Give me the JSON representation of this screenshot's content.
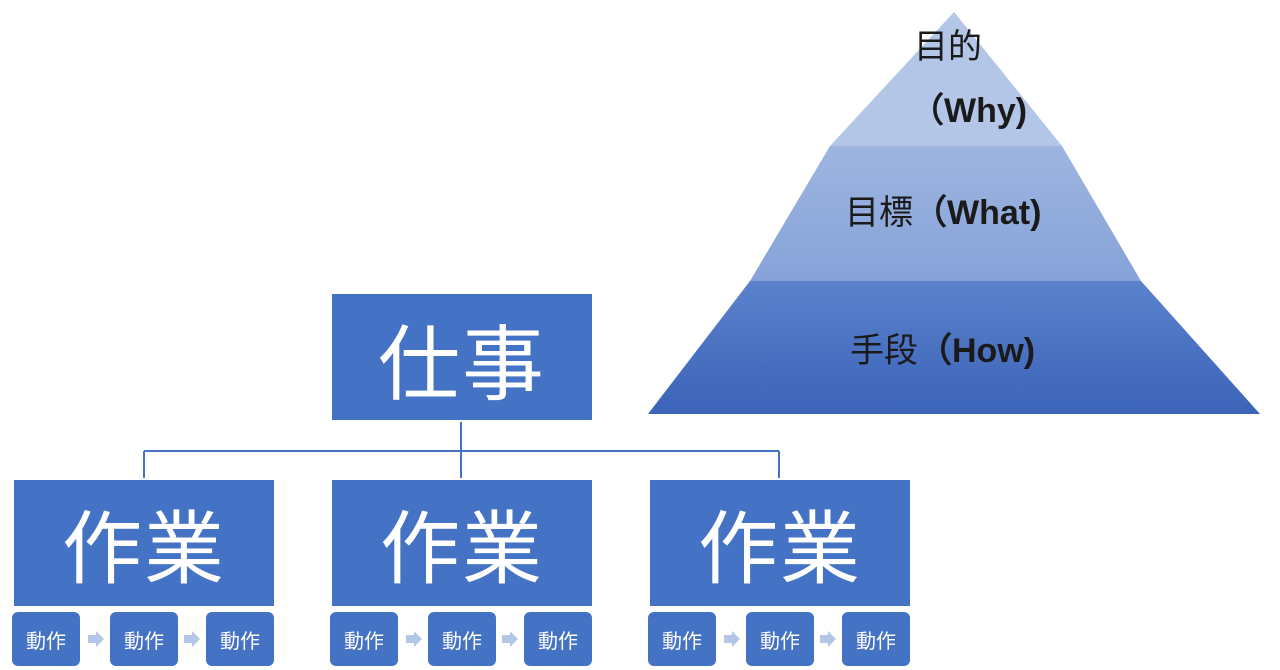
{
  "pyramid": {
    "levels": [
      {
        "jp": "目的",
        "en": "（Why)"
      },
      {
        "jp": "目標",
        "en": "（What)"
      },
      {
        "jp": "手段",
        "en": "（How)"
      }
    ],
    "colors": [
      "#b4c6e7",
      "#8eaadb",
      "#4472c4"
    ]
  },
  "hierarchy": {
    "top": "仕事",
    "tasks": [
      {
        "label": "作業",
        "actions": [
          "動作",
          "動作",
          "動作"
        ]
      },
      {
        "label": "作業",
        "actions": [
          "動作",
          "動作",
          "動作"
        ]
      },
      {
        "label": "作業",
        "actions": [
          "動作",
          "動作",
          "動作"
        ]
      }
    ],
    "box_color": "#4472c4",
    "arrow_color": "#b4c6e7",
    "line_color": "#4472c4"
  }
}
